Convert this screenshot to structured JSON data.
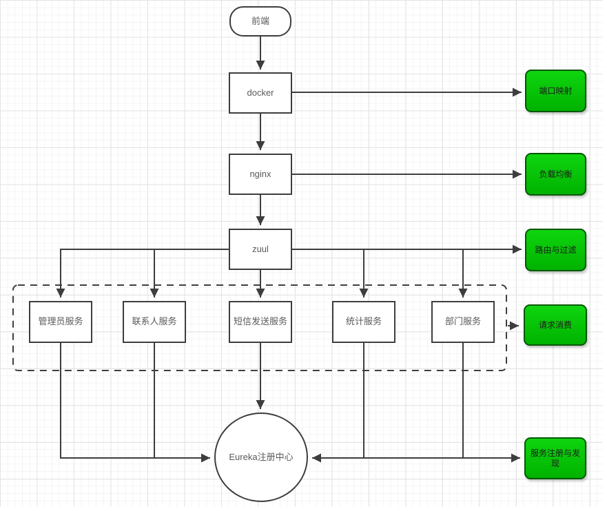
{
  "diagram": {
    "nodes": {
      "frontend": {
        "label": "前端"
      },
      "docker": {
        "label": "docker"
      },
      "nginx": {
        "label": "nginx"
      },
      "zuul": {
        "label": "zuul"
      },
      "admin_service": {
        "label": "管理员服务"
      },
      "contact_service": {
        "label": "联系人服务"
      },
      "sms_service": {
        "label": "短信发送服务"
      },
      "stats_service": {
        "label": "统计服务"
      },
      "dept_service": {
        "label": "部门服务"
      },
      "eureka": {
        "label": "Eureka注册中心"
      },
      "port_mapping": {
        "label": "端口映射"
      },
      "load_balance": {
        "label": "负载均衡"
      },
      "route_filter": {
        "label": "路由与过滤"
      },
      "request_consume": {
        "label": "请求消费"
      },
      "service_registry": {
        "label": "服务注册与发现"
      }
    },
    "colors": {
      "line": "#3d3d3d",
      "node_border": "#3d3d3d",
      "node_text": "#595959",
      "green_fill_top": "#0fd50f",
      "green_fill_bottom": "#00b200",
      "green_border": "#005700",
      "green_text": "#1c1c1c",
      "grid_minor": "#f4f4f4",
      "grid_major": "#e4e4e4"
    }
  }
}
